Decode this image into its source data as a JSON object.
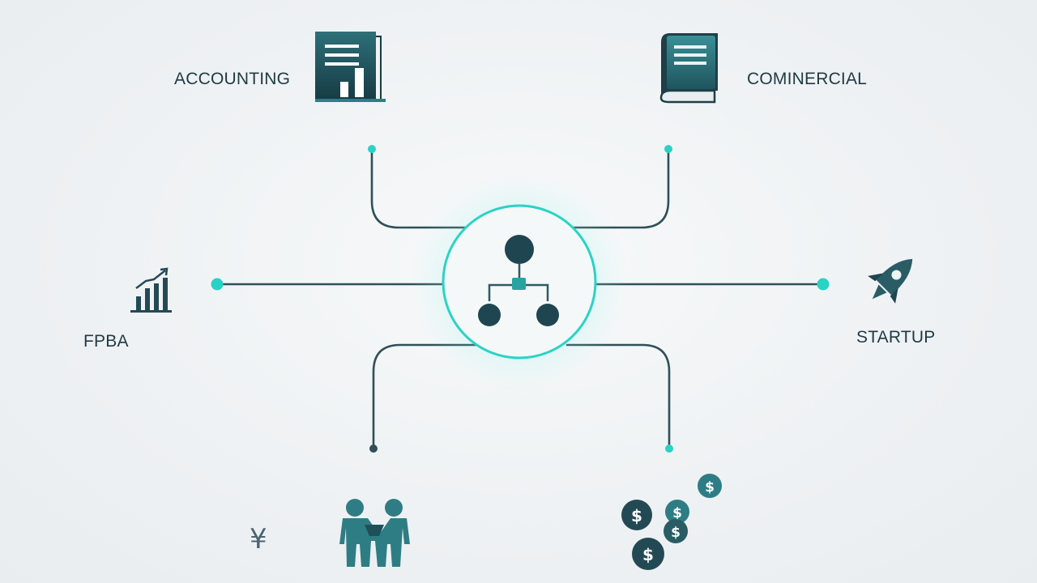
{
  "nodes": {
    "accounting": {
      "label": "ACCOUNTING",
      "icon": "document-chart-icon"
    },
    "commercial": {
      "label": "COMINERCIAL",
      "icon": "book-icon"
    },
    "fpa": {
      "label": "FPBA",
      "icon": "bar-chart-icon"
    },
    "startup": {
      "label": "STARTUP",
      "icon": "rocket-icon"
    },
    "people": {
      "icon": "handshake-people-icon"
    },
    "coins": {
      "icon": "dollar-coins-icon",
      "coin_symbol": "$"
    },
    "yen": {
      "symbol": "¥",
      "icon": "yen-icon"
    }
  },
  "hub": {
    "icon": "org-chart-icon"
  },
  "colors": {
    "accent": "#27d3c4",
    "line": "#2f4f56",
    "icon_dark": "#1f4550",
    "icon_teal": "#2f7d84"
  }
}
